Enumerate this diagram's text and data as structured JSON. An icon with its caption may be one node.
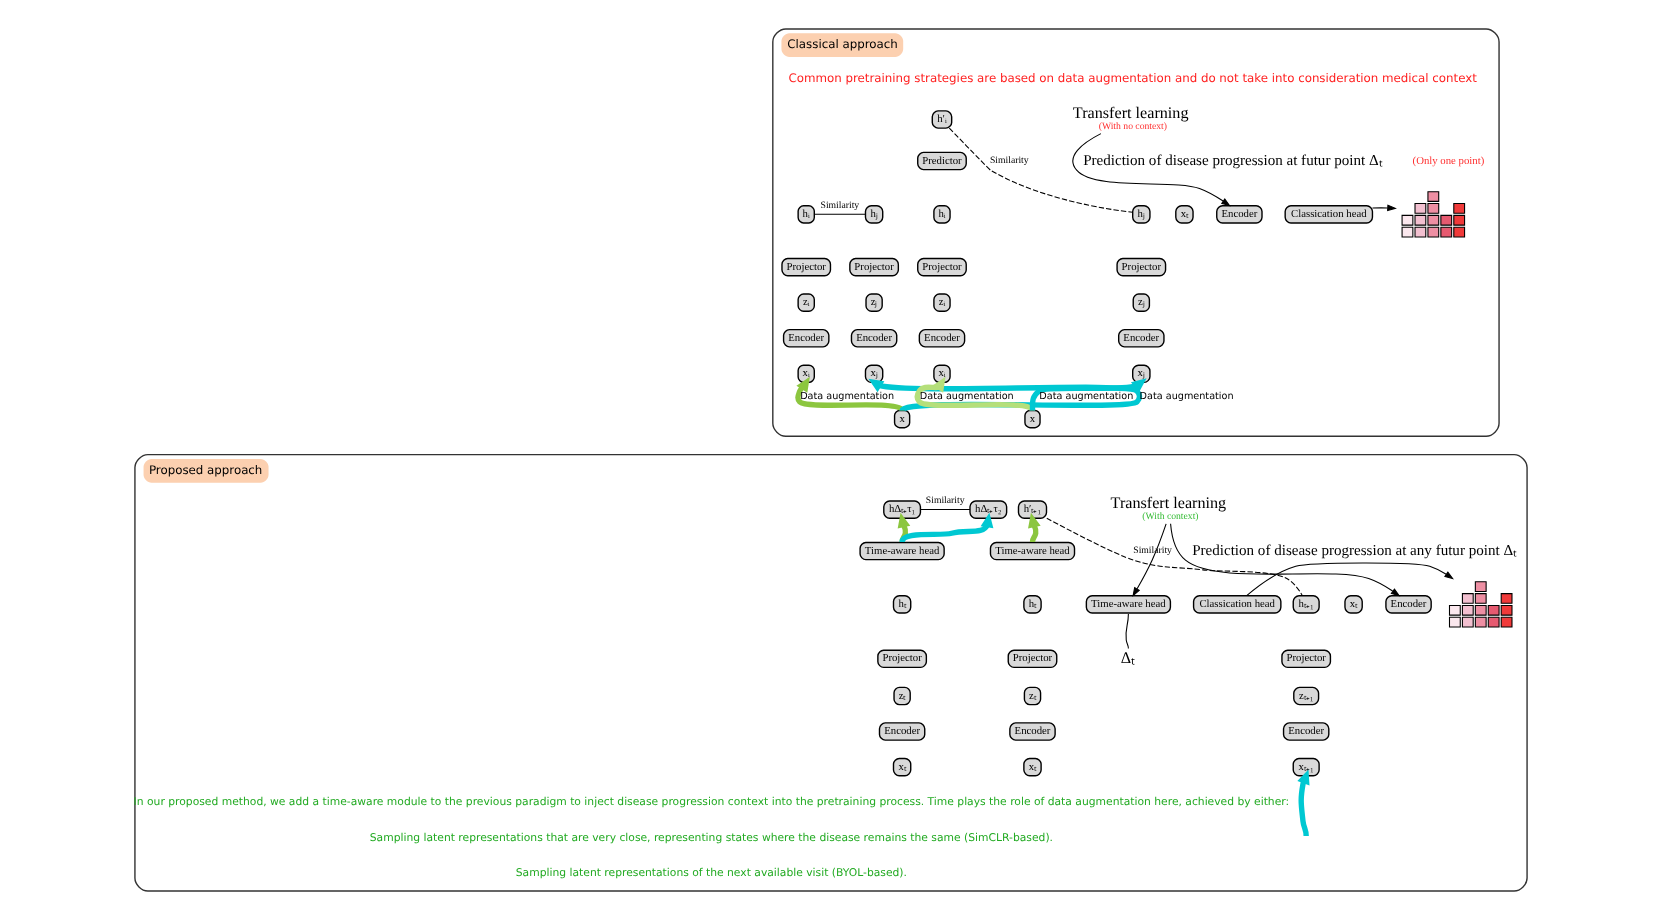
{
  "diagram": {
    "nodes": [
      {
        "text": [
          "Classical approach"
        ]
      },
      {
        "text": [
          "hᵢ"
        ],
        "in": 0
      },
      {
        "text": [
          "Projector"
        ],
        "in": 0
      },
      {
        "text": [
          "zᵢ"
        ],
        "in": 0
      },
      {
        "text": [
          "Encoder"
        ],
        "in": 0
      },
      {
        "text": [
          "xᵢ"
        ],
        "in": 0
      },
      {
        "text": [
          "hⱼ"
        ],
        "in": 0
      },
      {
        "text": [
          "Projector"
        ],
        "in": 0
      },
      {
        "text": [
          "zⱼ"
        ],
        "in": 0
      },
      {
        "text": [
          "Encoder"
        ],
        "in": 0
      },
      {
        "text": [
          "xⱼ"
        ],
        "in": 0
      },
      {
        "text": [
          "x"
        ],
        "in": 0
      },
      {
        "text": [
          "h′ᵢ"
        ],
        "in": 0
      },
      {
        "text": [
          "Predictor"
        ],
        "in": 0
      },
      {
        "text": [
          "hᵢ"
        ],
        "in": 0
      },
      {
        "text": [
          "Projector"
        ],
        "in": 0
      },
      {
        "text": [
          "zᵢ"
        ],
        "in": 0
      },
      {
        "text": [
          "Encoder"
        ],
        "in": 0
      },
      {
        "text": [
          "xᵢ"
        ],
        "in": 0
      },
      {
        "text": [
          "hⱼ"
        ],
        "in": 0
      },
      {
        "text": [
          "Projector"
        ],
        "in": 0
      },
      {
        "text": [
          "zⱼ"
        ],
        "in": 0
      },
      {
        "text": [
          "Encoder"
        ],
        "in": 0
      },
      {
        "text": [
          "xⱼ"
        ],
        "in": 0
      },
      {
        "text": [
          "x"
        ],
        "in": 0
      },
      {
        "text": [
          "Transfert learning",
          "(With no context)"
        ],
        "in": 0
      },
      {
        "text": [
          "xₜ"
        ],
        "in": 0
      },
      {
        "text": [
          "Encoder"
        ],
        "in": 0
      },
      {
        "text": [
          "Classication head"
        ],
        "in": 0
      },
      {
        "text": [],
        "shape": "chart",
        "in": 0
      },
      {
        "text": [
          "Proposed approach"
        ]
      },
      {
        "text": [
          "hΔₜ₊τ₁"
        ],
        "in": 30
      },
      {
        "text": [
          "hΔₜ₊τ₂"
        ],
        "in": 30
      },
      {
        "text": [
          "Time-aware head"
        ],
        "in": 30
      },
      {
        "text": [
          "hₜ"
        ],
        "in": 30
      },
      {
        "text": [
          "Projector"
        ],
        "in": 30
      },
      {
        "text": [
          "zₜ"
        ],
        "in": 30
      },
      {
        "text": [
          "Encoder"
        ],
        "in": 30
      },
      {
        "text": [
          "xₜ"
        ],
        "in": 30
      },
      {
        "text": [
          "h′ₜ₊₁"
        ],
        "in": 30
      },
      {
        "text": [
          "Time-aware head"
        ],
        "in": 30
      },
      {
        "text": [
          "hₜ"
        ],
        "in": 30
      },
      {
        "text": [
          "Projector"
        ],
        "in": 30
      },
      {
        "text": [
          "zₜ"
        ],
        "in": 30
      },
      {
        "text": [
          "Encoder"
        ],
        "in": 30
      },
      {
        "text": [
          "xₜ"
        ],
        "in": 30
      },
      {
        "text": [
          "hₜ₊₁"
        ],
        "in": 30
      },
      {
        "text": [
          "Projector"
        ],
        "in": 30
      },
      {
        "text": [
          "zₜ₊₁"
        ],
        "in": 30
      },
      {
        "text": [
          "Encoder"
        ],
        "in": 30
      },
      {
        "text": [
          "xₜ₊₁"
        ],
        "in": 30
      },
      {
        "text": [
          "Transfert learning",
          "(With context)"
        ],
        "in": 30
      },
      {
        "text": [
          "xₜ"
        ],
        "in": 30
      },
      {
        "text": [
          "Encoder"
        ],
        "in": 30
      },
      {
        "text": [
          "Time-aware head"
        ],
        "in": 30
      },
      {
        "text": [
          "Classication head"
        ],
        "in": 30
      },
      {
        "text": [],
        "shape": "chart",
        "in": 30
      },
      {
        "text": [
          "Δₜ"
        ],
        "in": 30
      }
    ],
    "edges": [
      {
        "from": 1,
        "to": 6,
        "arrow": "none",
        "label": "Similarity"
      },
      {
        "from": 11,
        "to": 5,
        "arrow": "to",
        "label": "Data augmentation",
        "color": "#8cc63f",
        "style": "thick"
      },
      {
        "from": 11,
        "to": 10,
        "arrow": "to",
        "label": "Data augmentation",
        "color": "#00c8d2",
        "style": "thick"
      },
      {
        "from": 12,
        "to": 19,
        "arrow": "none",
        "label": "Similarity",
        "style": "dashed"
      },
      {
        "from": 24,
        "to": 18,
        "arrow": "to",
        "label": "Data augmentation",
        "color": "#b5df7a",
        "style": "thick"
      },
      {
        "from": 24,
        "to": 23,
        "arrow": "to",
        "label": "Data augmentation",
        "color": "#00c8d2",
        "style": "thick"
      },
      {
        "from": 25,
        "to": 27,
        "arrow": "to"
      },
      {
        "from": 28,
        "to": 29,
        "arrow": "to"
      },
      {
        "from": 31,
        "to": 32,
        "arrow": "none",
        "label": "Similarity"
      },
      {
        "from": 33,
        "to": 31,
        "arrow": "to",
        "color": "#8cc63f",
        "style": "thick"
      },
      {
        "from": 33,
        "to": 32,
        "arrow": "to",
        "color": "#00c8d2",
        "style": "thick"
      },
      {
        "from": 39,
        "to": 46,
        "arrow": "none",
        "label": "Similarity",
        "style": "dashed"
      },
      {
        "from": 40,
        "to": 39,
        "arrow": "to",
        "color": "#8cc63f",
        "style": "thick"
      },
      {
        "from": null,
        "to": 50,
        "arrow": "to",
        "color": "#00c8d2",
        "style": "thick"
      },
      {
        "from": 51,
        "to": 53,
        "arrow": "to"
      },
      {
        "from": 51,
        "to": 54,
        "arrow": "to"
      },
      {
        "from": 57,
        "to": 54,
        "arrow": "none"
      },
      {
        "from": 55,
        "to": 56,
        "arrow": "to"
      }
    ],
    "labels": [
      "Common pretraining strategies are based on data augmentation and do not take into consideration medical context",
      "Prediction of disease progression at futur point Δₜ",
      "(Only one point)",
      "Prediction of disease progression at any futur point Δₜ",
      "In our proposed method, we add a time-aware module to the previous paradigm to inject disease progression context into the pretraining process. Time plays the role of data augmentation here, achieved by either:",
      "Sampling latent representations that are very close, representing states where the disease remains the same (SimCLR-based).",
      "Sampling latent representations of the next available visit (BYOL-based)."
    ]
  }
}
